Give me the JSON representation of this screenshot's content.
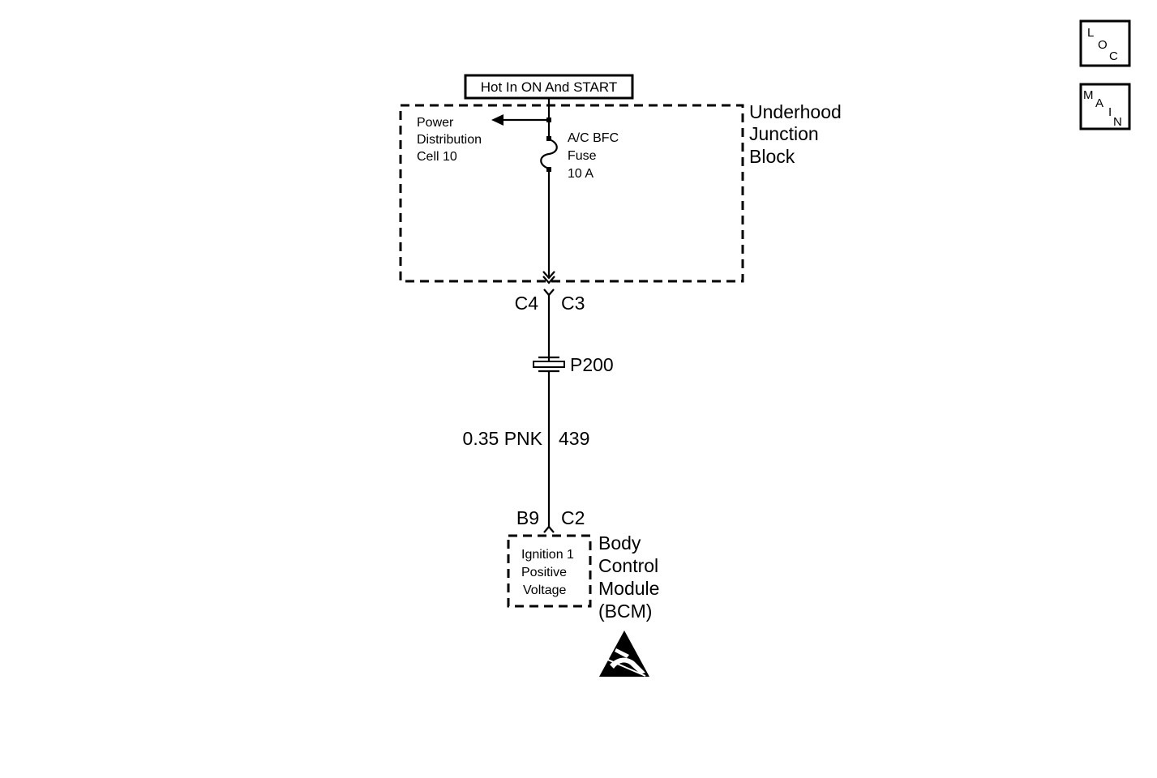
{
  "power_source": {
    "label": "Hot In ON And START"
  },
  "underhood_junction_block": {
    "name_lines": [
      "Underhood",
      "Junction",
      "Block"
    ],
    "power_distribution_lines": [
      "Power",
      "Distribution",
      "Cell 10"
    ],
    "fuse_lines": [
      "A/C BFC",
      "Fuse",
      "10 A"
    ]
  },
  "connectors": {
    "upper_left": "C4",
    "upper_right": "C3",
    "splice_pack": "P200",
    "lower_left": "B9",
    "lower_right": "C2"
  },
  "wire": {
    "size_color": "0.35 PNK",
    "circuit_number": "439"
  },
  "bcm": {
    "name_lines": [
      "Body",
      "Control",
      "Module",
      "(BCM)"
    ],
    "input_lines": [
      "Ignition 1",
      "Positive",
      "Voltage"
    ]
  },
  "nav_buttons": {
    "loc": [
      "L",
      "O",
      "C"
    ],
    "main": [
      "M",
      "A",
      "I",
      "N"
    ]
  },
  "icons": {
    "esd": "esd-warning-icon"
  }
}
